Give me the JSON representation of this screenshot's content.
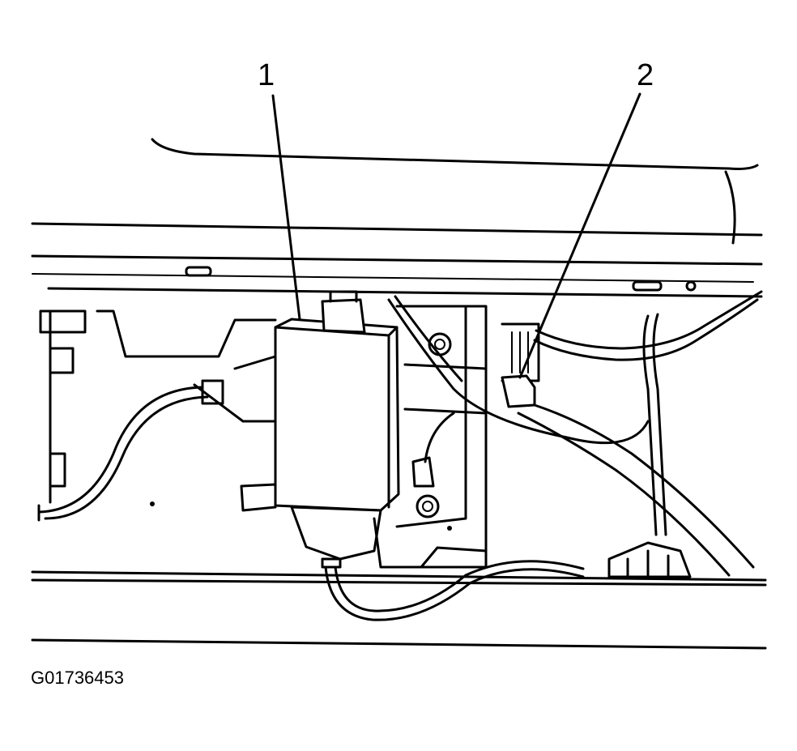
{
  "callouts": {
    "one": "1",
    "two": "2"
  },
  "figure_id": "G01736453"
}
